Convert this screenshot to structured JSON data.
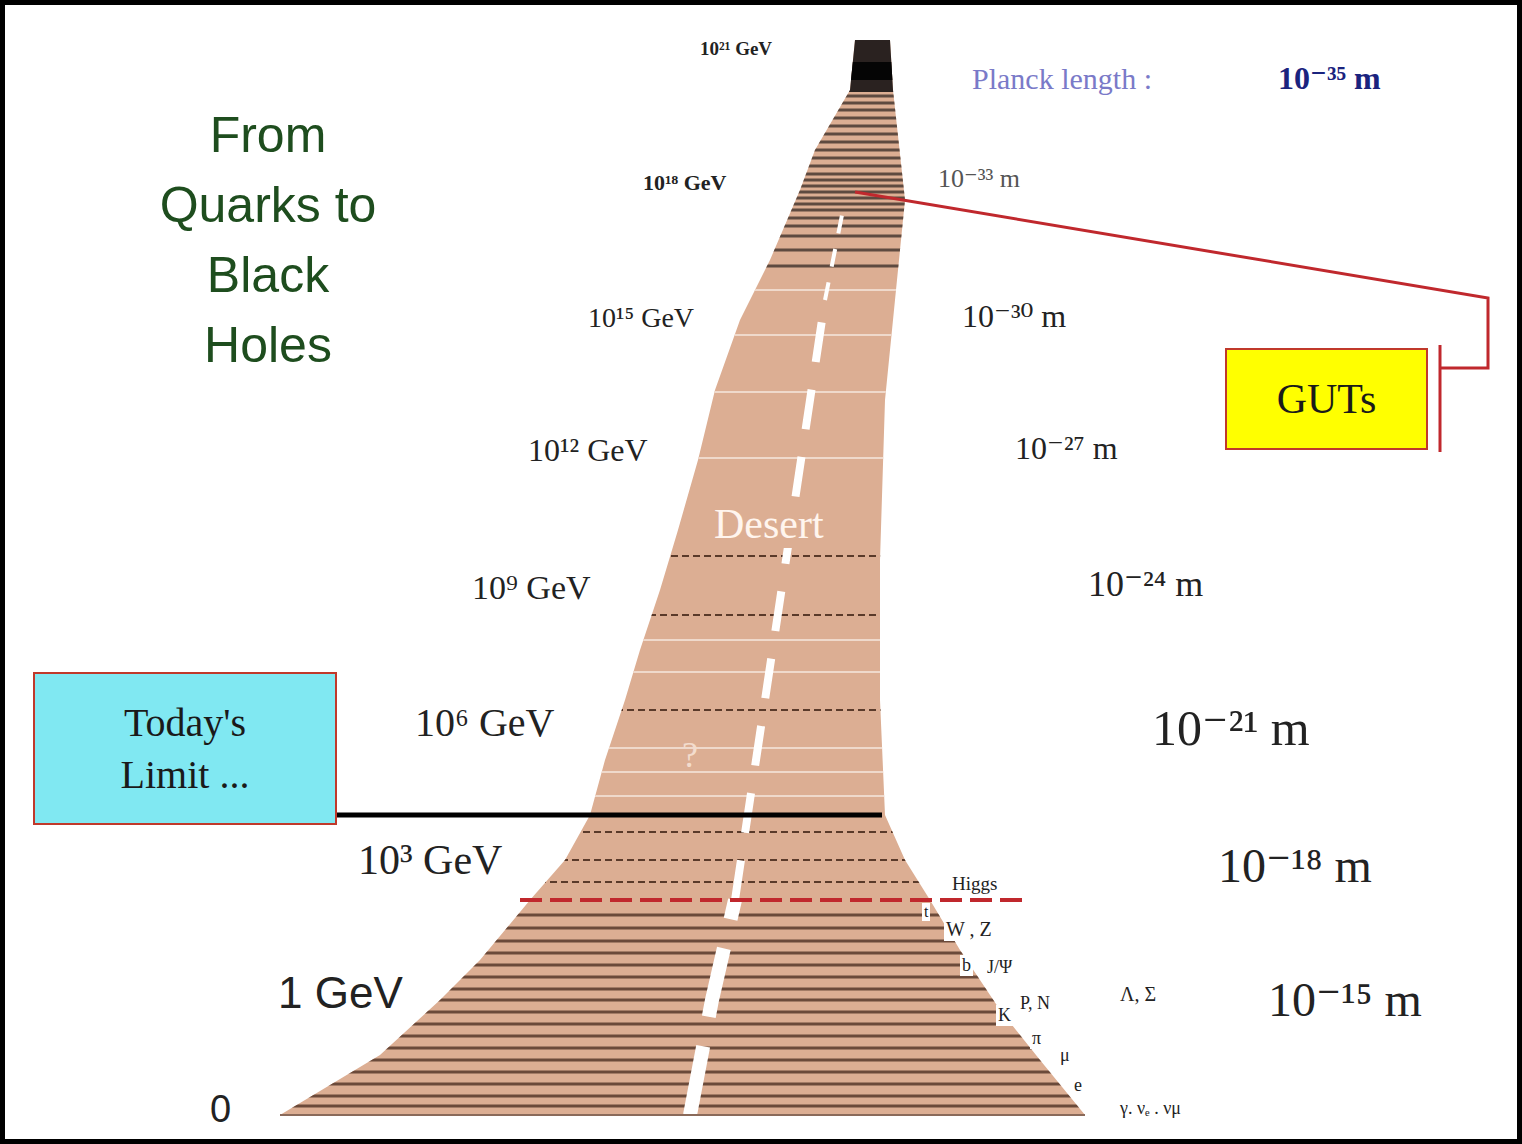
{
  "diagram": {
    "title": "From Quarks to Black Holes",
    "nodes": [
      {
        "text": [
          "GUTs"
        ]
      },
      {
        "text": [
          "Today's Limit ..."
        ]
      }
    ],
    "labels": [
      "10²¹ GeV",
      "Planck length :",
      "10⁻³⁵ m",
      "10¹⁸ GeV",
      "10⁻³³ m",
      "10¹⁵ GeV",
      "10⁻³⁰ m",
      "10¹² GeV",
      "10⁻²⁷ m",
      "Desert",
      "10⁹ GeV",
      "10⁻²⁴ m",
      "10⁶ GeV",
      "?",
      "10⁻²¹ m",
      "10³ GeV",
      "10⁻¹⁸ m",
      "Higgs",
      "t",
      "W , Z",
      "b",
      "J/Ψ",
      "1 GeV",
      "Λ, Σ",
      "10⁻¹⁵ m",
      "K",
      "P, N",
      "π",
      "μ",
      "e",
      "0",
      "γ. νₑ . νμ"
    ]
  }
}
